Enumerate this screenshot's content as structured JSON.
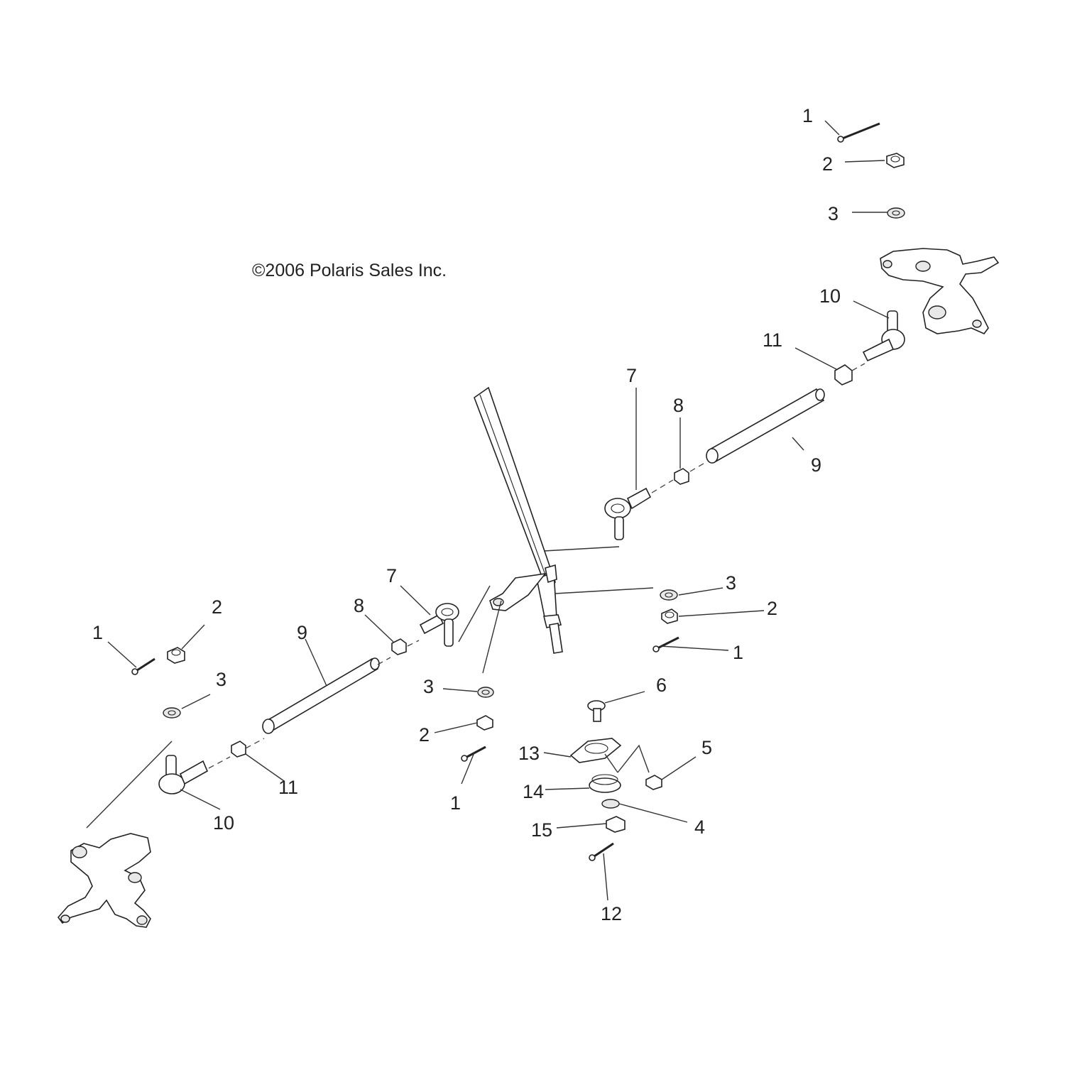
{
  "copyright": "©2006 Polaris Sales Inc.",
  "callouts": {
    "tr_1": "1",
    "tr_2": "2",
    "tr_3": "3",
    "tr_10": "10",
    "tr_11": "11",
    "r_7": "7",
    "r_8": "8",
    "r_9": "9",
    "c_7": "7",
    "c_8": "8",
    "c_3a": "3",
    "c_2a": "2",
    "c_1a": "1",
    "c_3b": "3",
    "c_2b": "2",
    "c_1b": "1",
    "l_1": "1",
    "l_2": "2",
    "l_3": "3",
    "l_9": "9",
    "l_11": "11",
    "l_10": "10",
    "b_6": "6",
    "b_13": "13",
    "b_5": "5",
    "b_14": "14",
    "b_4": "4",
    "b_15": "15",
    "b_12": "12"
  }
}
